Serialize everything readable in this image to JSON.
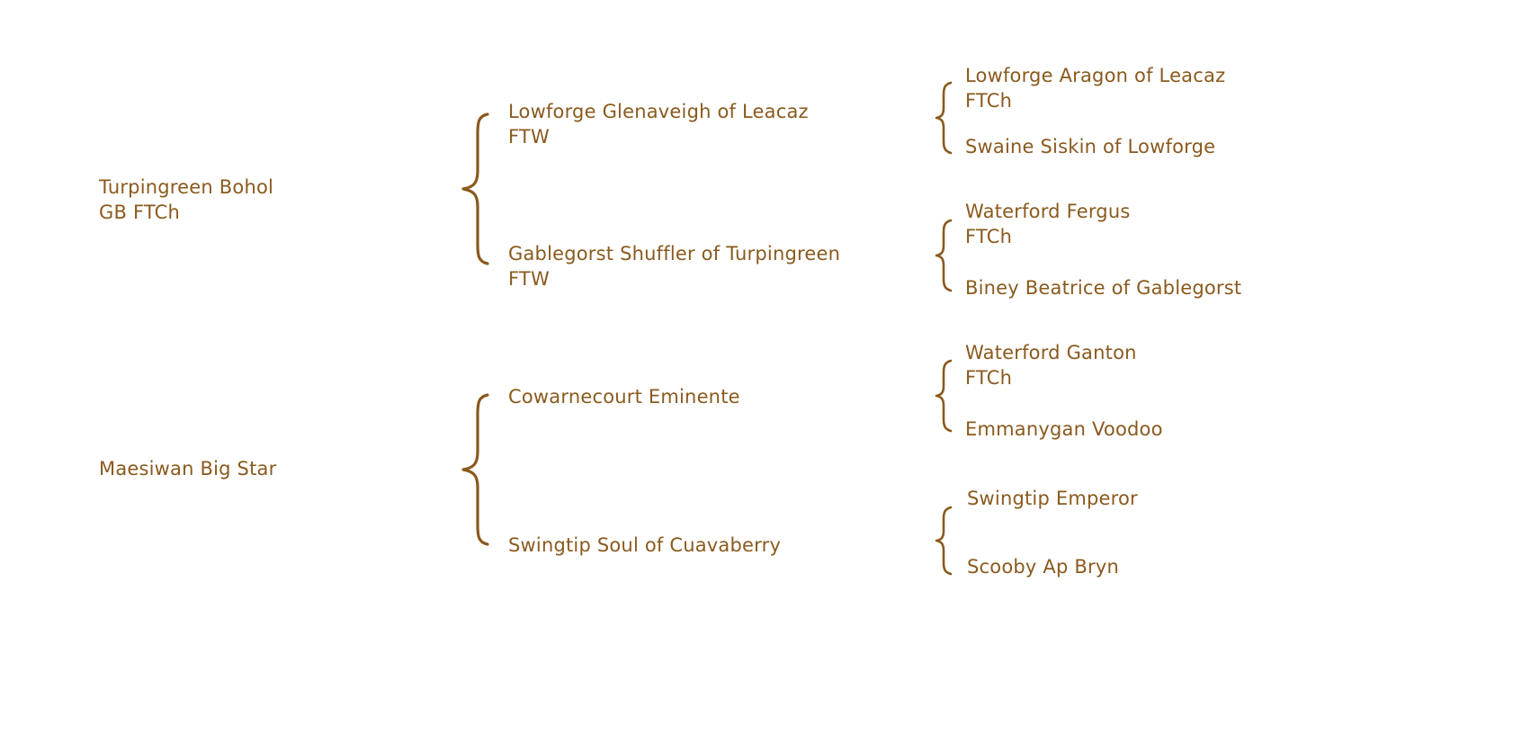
{
  "colors": {
    "text": "#8a5a1e",
    "background": "#ffffff"
  },
  "pedigree": {
    "type": "family-tree",
    "generations": 3,
    "subjects": [
      {
        "name": "Turpingreen Bohol",
        "title": "GB FTCh",
        "sire": {
          "name": "Lowforge Glenaveigh of Leacaz",
          "title": "FTW",
          "sire": {
            "name": "Lowforge Aragon of Leacaz",
            "title": "FTCh"
          },
          "dam": {
            "name": "Swaine Siskin of Lowforge",
            "title": ""
          }
        },
        "dam": {
          "name": "Gablegorst Shuffler of Turpingreen",
          "title": "FTW",
          "sire": {
            "name": "Waterford Fergus",
            "title": "FTCh"
          },
          "dam": {
            "name": "Biney Beatrice of Gablegorst",
            "title": ""
          }
        }
      },
      {
        "name": "Maesiwan Big Star",
        "title": "",
        "sire": {
          "name": "Cowarnecourt Eminente",
          "title": "",
          "sire": {
            "name": "Waterford Ganton",
            "title": "FTCh"
          },
          "dam": {
            "name": "Emmanygan Voodoo",
            "title": ""
          }
        },
        "dam": {
          "name": "Swingtip Soul of Cuavaberry",
          "title": "",
          "sire": {
            "name": "Swingtip Emperor",
            "title": ""
          },
          "dam": {
            "name": "Scooby Ap Bryn",
            "title": ""
          }
        }
      }
    ]
  }
}
